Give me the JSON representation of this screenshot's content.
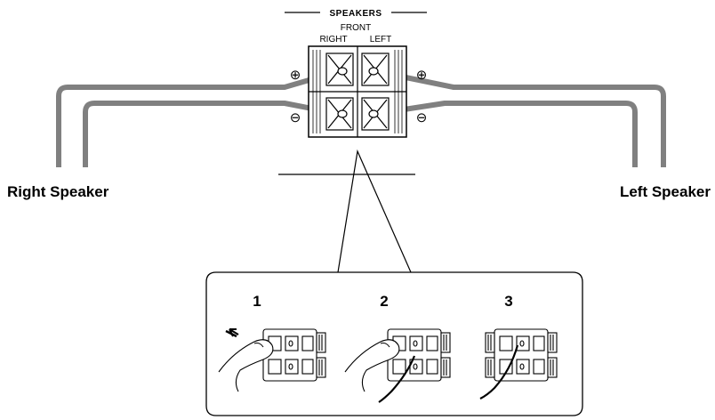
{
  "header": {
    "title": "SPEAKERS",
    "sub_label": "FRONT",
    "right_channel": "RIGHT",
    "left_channel": "LEFT"
  },
  "terminals": {
    "plus_symbol": "⊕",
    "minus_symbol": "⊖"
  },
  "speakers": {
    "right": "Right Speaker",
    "left": "Left Speaker"
  },
  "steps": [
    "1",
    "2",
    "3"
  ],
  "colors": {
    "wire": "#808080",
    "line": "#000000",
    "background": "#ffffff"
  }
}
